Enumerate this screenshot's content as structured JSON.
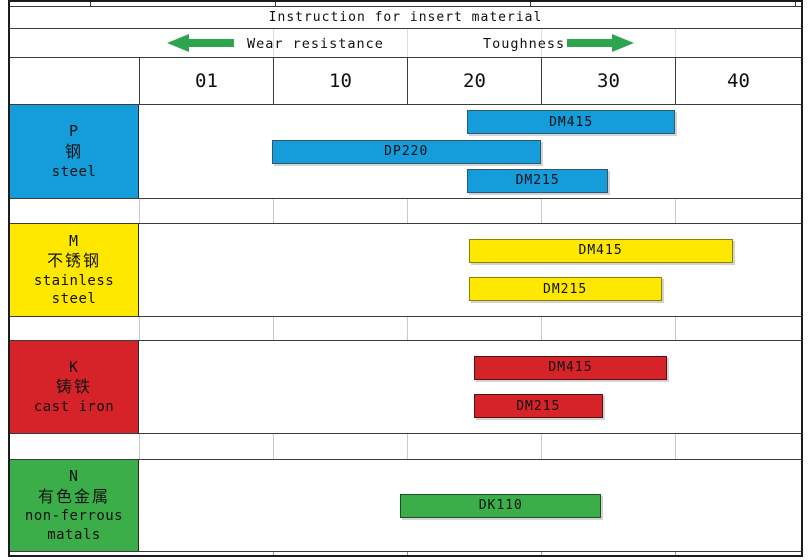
{
  "title": "Instruction for insert material",
  "legend": {
    "wear": "Wear resistance",
    "toughness": "Toughness",
    "arrow_color": "#2DA44E"
  },
  "chart_data": {
    "type": "bar",
    "variant": "horizontal-range",
    "title": "Instruction for insert material",
    "x_tick_labels": [
      "01",
      "10",
      "20",
      "30",
      "40"
    ],
    "x_range": [
      1,
      40
    ],
    "grid": "table-borders",
    "legend_position": "top",
    "sections": [
      {
        "code": "P",
        "label_lines": [
          "P",
          "钢",
          "steel"
        ],
        "color": "#149CDB",
        "border": "#33576b",
        "bars": [
          {
            "label": "DM415",
            "from": 19.5,
            "to": 35.0
          },
          {
            "label": "DP220",
            "from": 5.4,
            "to": 25.0
          },
          {
            "label": "DM215",
            "from": 19.5,
            "to": 30.0
          }
        ]
      },
      {
        "code": "M",
        "label_lines": [
          "M",
          "不锈钢",
          "stainless",
          "steel"
        ],
        "color": "#FFE800",
        "border": "#8a8200",
        "bars": [
          {
            "label": "DM415",
            "from": 19.6,
            "to": 39.3
          },
          {
            "label": "DM215",
            "from": 19.6,
            "to": 34.0
          }
        ]
      },
      {
        "code": "K",
        "label_lines": [
          "K",
          "铸铁",
          "cast iron"
        ],
        "color": "#D52329",
        "border": "#591011",
        "bars": [
          {
            "label": "DM415",
            "from": 20.0,
            "to": 34.4
          },
          {
            "label": "DM215",
            "from": 20.0,
            "to": 29.6
          }
        ]
      },
      {
        "code": "N",
        "label_lines": [
          "N",
          "有色金属",
          "non-ferrous",
          "matals"
        ],
        "color": "#3CAE49",
        "border": "#1c4f24",
        "bars": [
          {
            "label": "DK110",
            "from": 14.5,
            "to": 29.5
          }
        ]
      }
    ]
  }
}
